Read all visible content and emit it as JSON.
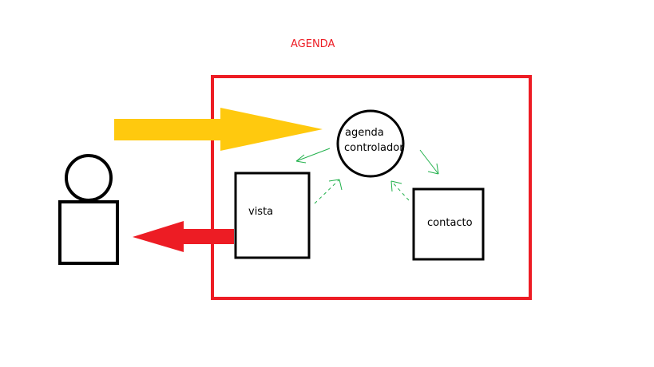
{
  "title": "AGENDA",
  "nodes": {
    "controller": {
      "line1": "agenda",
      "line2": "controlador"
    },
    "view": {
      "label": "vista"
    },
    "contact": {
      "label": "contacto"
    }
  },
  "colors": {
    "title": "#ed1c24",
    "frame": "#ed1c24",
    "input_arrow": "#ffc90e",
    "output_arrow": "#ed1c24",
    "flow_arrows": "#22b14c",
    "outline": "#000000"
  }
}
